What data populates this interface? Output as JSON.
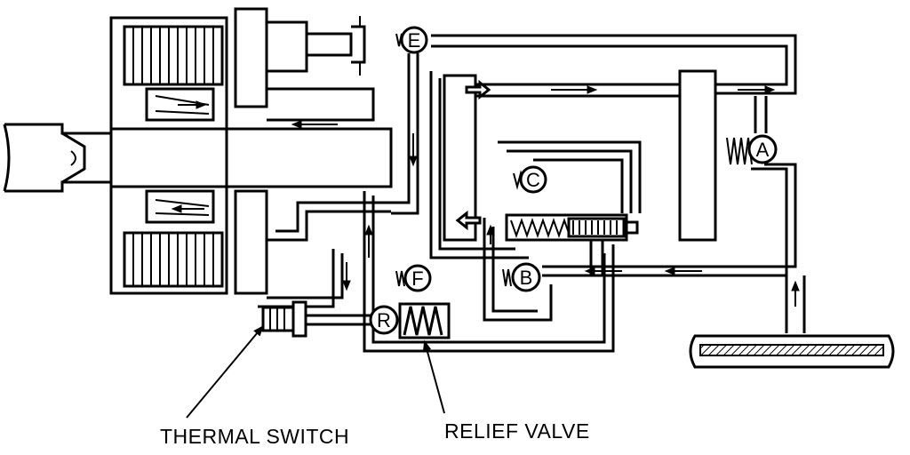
{
  "valves": {
    "a": "A",
    "b": "B",
    "c": "C",
    "e": "E",
    "f": "F",
    "r": "R"
  },
  "callouts": {
    "thermal_switch": "THERMAL SWITCH",
    "relief_valve": "RELIEF VALVE"
  }
}
